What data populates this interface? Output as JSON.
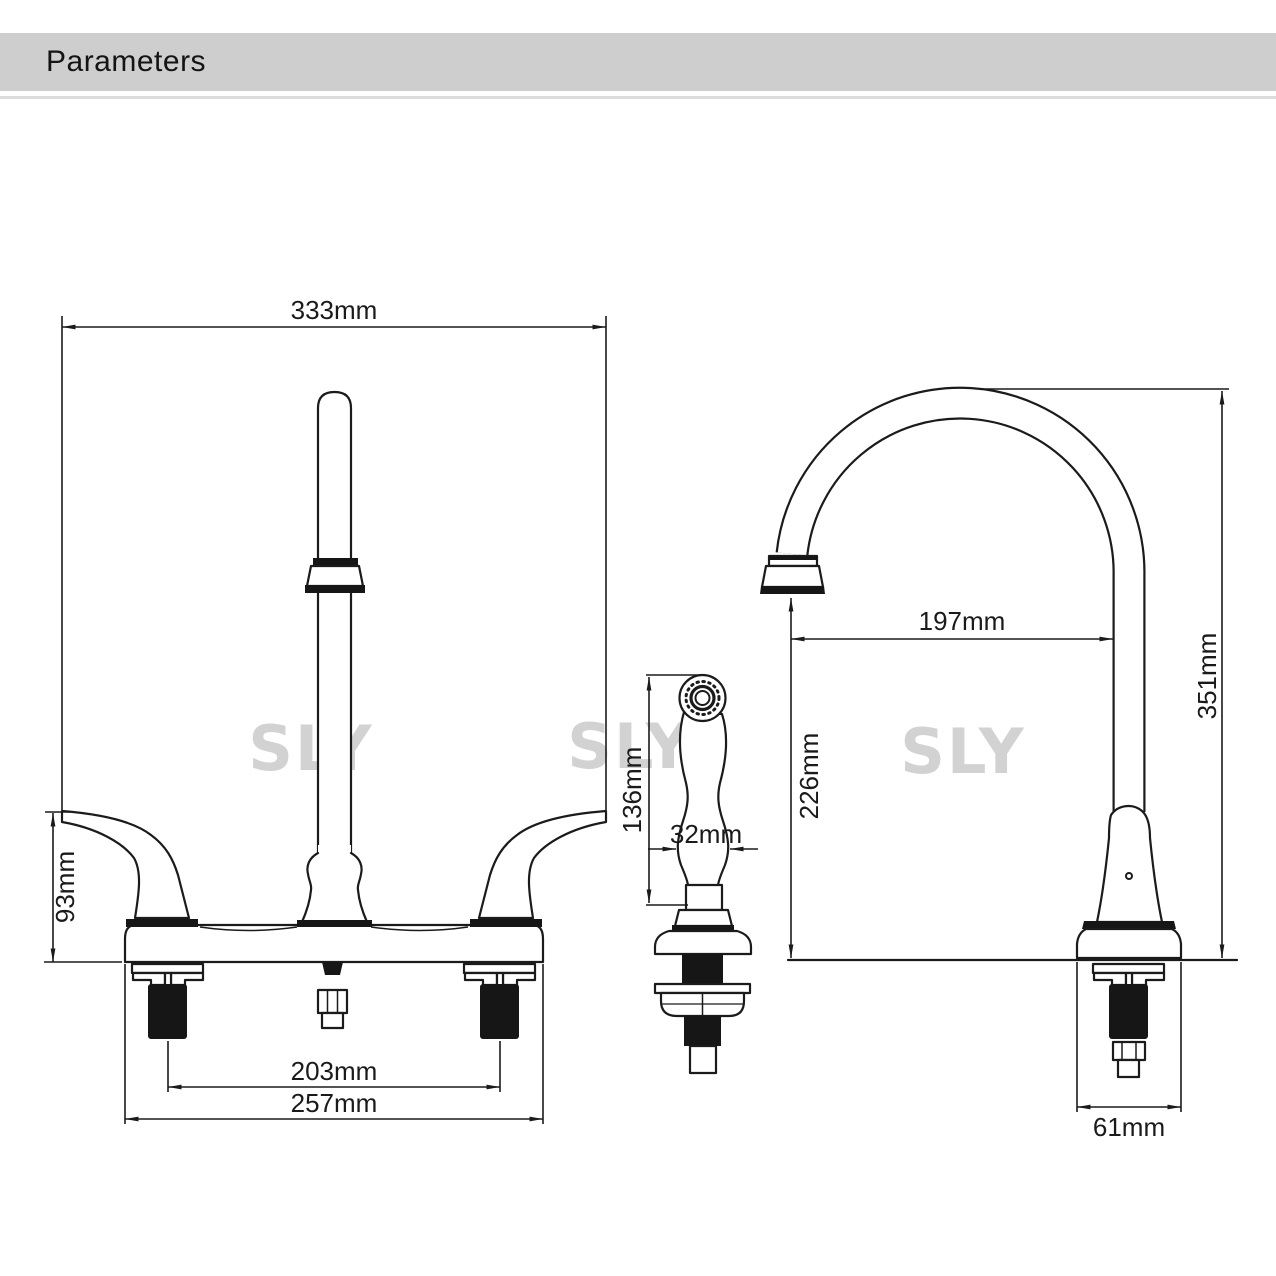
{
  "header": {
    "title": "Parameters"
  },
  "watermark": {
    "text": "SLY"
  },
  "colors": {
    "header_band": "#cecece",
    "divider": "#dcdcdc",
    "line": "#1b1b1b",
    "watermark": "#d2d2d2",
    "background": "#ffffff"
  },
  "views": {
    "front": {
      "dimensions": {
        "overall_width": "333mm",
        "handle_height": "93mm",
        "inlet_spacing": "203mm",
        "base_width": "257mm"
      }
    },
    "sprayer": {
      "dimensions": {
        "height": "136mm",
        "grip_diameter": "32mm"
      }
    },
    "side": {
      "dimensions": {
        "spout_reach": "197mm",
        "spout_height": "226mm",
        "overall_height": "351mm",
        "base_diameter": "61mm"
      }
    }
  }
}
